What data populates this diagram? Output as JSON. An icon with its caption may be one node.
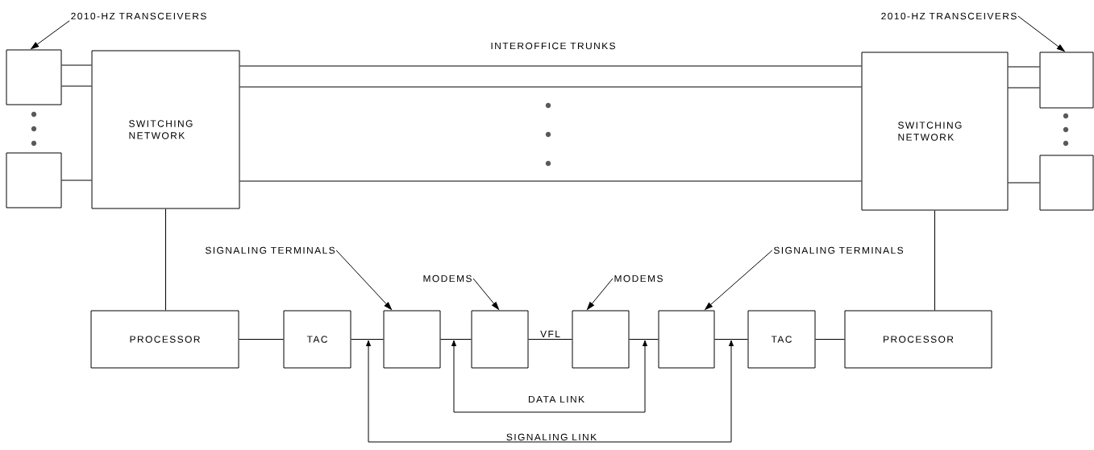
{
  "diagram": {
    "nodes": [
      {
        "text": [],
        "shape": "box"
      },
      {
        "text": [],
        "shape": "box"
      },
      {
        "text": [
          "SWITCHING NETWORK"
        ]
      },
      {
        "text": [
          "SWITCHING NETWORK"
        ]
      },
      {
        "text": [],
        "shape": "box"
      },
      {
        "text": [],
        "shape": "box"
      },
      {
        "text": [
          "PROCESSOR"
        ]
      },
      {
        "text": [
          "TAC"
        ]
      },
      {
        "text": [],
        "shape": "box"
      },
      {
        "text": [],
        "shape": "box"
      },
      {
        "text": [],
        "shape": "box"
      },
      {
        "text": [],
        "shape": "box"
      },
      {
        "text": [
          "TAC"
        ]
      },
      {
        "text": [
          "PROCESSOR"
        ]
      },
      {
        "text": [
          "2010-HZ TRANSCEIVERS"
        ]
      },
      {
        "text": [
          "2010-HZ TRANSCEIVERS"
        ]
      },
      {
        "text": [
          "SIGNALING TERMINALS"
        ]
      },
      {
        "text": [
          "MODEMS"
        ]
      },
      {
        "text": [
          "MODEMS"
        ]
      },
      {
        "text": [
          "SIGNALING TERMINALS"
        ]
      }
    ],
    "edges": [
      {
        "from": 14,
        "to": 0,
        "arrow": "to"
      },
      {
        "from": 15,
        "to": 4,
        "arrow": "to"
      },
      {
        "from": 16,
        "to": 8,
        "arrow": "to"
      },
      {
        "from": 17,
        "to": 9,
        "arrow": "to"
      },
      {
        "from": 18,
        "to": 10,
        "arrow": "to"
      },
      {
        "from": 19,
        "to": 11,
        "arrow": "to"
      },
      {
        "from": 0,
        "to": 2,
        "arrow": "none"
      },
      {
        "from": 0,
        "to": 2,
        "arrow": "none"
      },
      {
        "from": 1,
        "to": 2,
        "arrow": "none"
      },
      {
        "from": 2,
        "to": 3,
        "arrow": "none"
      },
      {
        "from": 2,
        "to": 3,
        "arrow": "none"
      },
      {
        "from": 2,
        "to": 3,
        "arrow": "none"
      },
      {
        "from": 3,
        "to": 4,
        "arrow": "none"
      },
      {
        "from": 3,
        "to": 4,
        "arrow": "none"
      },
      {
        "from": 3,
        "to": 5,
        "arrow": "none"
      },
      {
        "from": 2,
        "to": 6,
        "arrow": "none"
      },
      {
        "from": 3,
        "to": 13,
        "arrow": "none"
      },
      {
        "from": 6,
        "to": 7,
        "arrow": "none"
      },
      {
        "from": 7,
        "to": 8,
        "arrow": "none"
      },
      {
        "from": 8,
        "to": 9,
        "arrow": "none"
      },
      {
        "from": 9,
        "to": 10,
        "arrow": "none",
        "label": "VFL"
      },
      {
        "from": 10,
        "to": 11,
        "arrow": "none"
      },
      {
        "from": 11,
        "to": 12,
        "arrow": "none"
      },
      {
        "from": 12,
        "to": 13,
        "arrow": "none"
      }
    ],
    "labels": [
      "INTEROFFICE TRUNKS",
      "DATA LINK",
      "SIGNALING LINK"
    ]
  }
}
